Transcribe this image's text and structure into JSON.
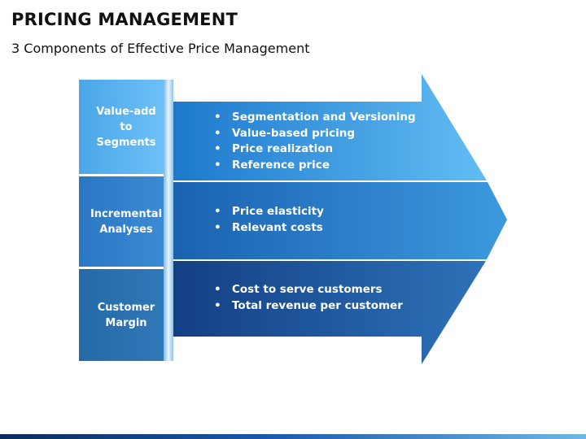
{
  "header": {
    "title": "PRICING MANAGEMENT",
    "subtitle": "3 Components of Effective Price Management"
  },
  "components": [
    {
      "label": "Value-add\nto\nSegments",
      "bullets": [
        "Segmentation and Versioning",
        "Value-based pricing",
        "Price realization",
        "Reference price"
      ]
    },
    {
      "label": "Incremental\nAnalyses",
      "bullets": [
        "Price elasticity",
        "Relevant costs"
      ]
    },
    {
      "label": "Customer\nMargin",
      "bullets": [
        "Cost to serve customers",
        "Total revenue per customer"
      ]
    }
  ],
  "colors": {
    "light_blue": "#5bb4f0",
    "mid_blue": "#2f7fc9",
    "dark_blue": "#1f5d9e"
  }
}
